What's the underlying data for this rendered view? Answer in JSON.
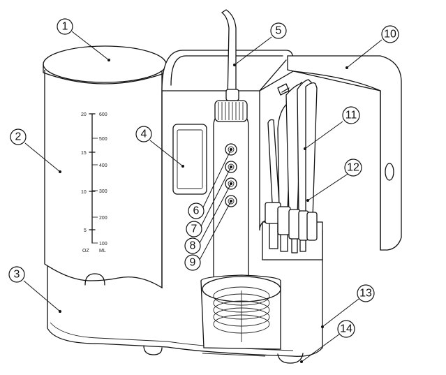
{
  "callouts": [
    {
      "id": "c1",
      "label": "1"
    },
    {
      "id": "c2",
      "label": "2"
    },
    {
      "id": "c3",
      "label": "3"
    },
    {
      "id": "c4",
      "label": "4"
    },
    {
      "id": "c5",
      "label": "5"
    },
    {
      "id": "c6",
      "label": "6"
    },
    {
      "id": "c7",
      "label": "7"
    },
    {
      "id": "c8",
      "label": "8"
    },
    {
      "id": "c9",
      "label": "9"
    },
    {
      "id": "c10",
      "label": "10"
    },
    {
      "id": "c11",
      "label": "11"
    },
    {
      "id": "c12",
      "label": "12"
    },
    {
      "id": "c13",
      "label": "13"
    },
    {
      "id": "c14",
      "label": "14"
    }
  ],
  "reservoir_scale": {
    "oz_ticks": [
      "20",
      "15",
      "10",
      "5"
    ],
    "ml_ticks": [
      "600",
      "500",
      "400",
      "300",
      "200",
      "100"
    ],
    "oz_unit": "OZ",
    "ml_unit": "ML"
  }
}
